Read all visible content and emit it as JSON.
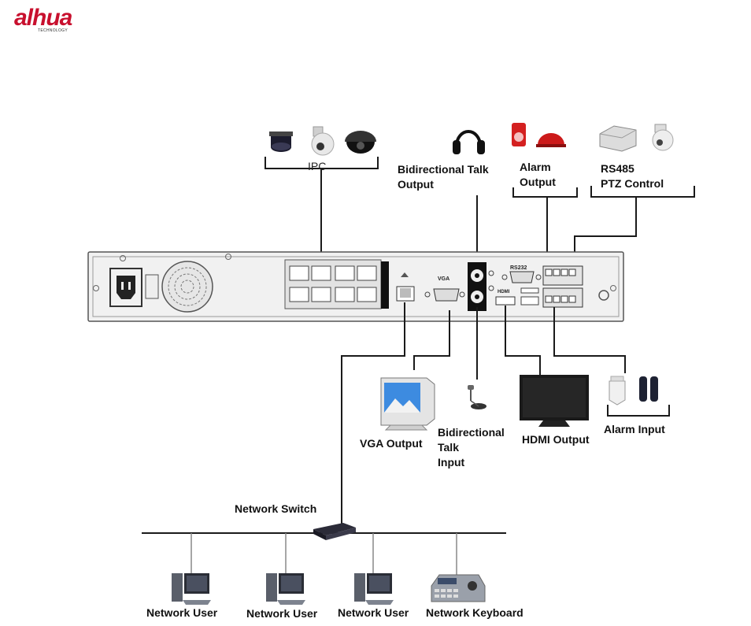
{
  "logo": {
    "brand": "alhua",
    "tagline": "TECHNOLOGY"
  },
  "labels": {
    "ipc": "IPC",
    "bidirectional_talk_output": [
      "Bidirectional Talk",
      "Output"
    ],
    "alarm_output": [
      "Alarm",
      "Output"
    ],
    "rs485_ptz_control": [
      "RS485",
      "PTZ Control"
    ],
    "vga_output": "VGA Output",
    "bidirectional_talk_input": [
      "Bidirectional",
      "Talk",
      "Input"
    ],
    "hdmi_output": "HDMI Output",
    "alarm_input": "Alarm Input",
    "network_switch": "Network Switch",
    "network_users": [
      "Network User",
      "Network User",
      "Network User"
    ],
    "network_keyboard": "Network Keyboard"
  },
  "panel_ports": {
    "vga": "VGA",
    "rs232": "RS232",
    "hdmi": "HDMI"
  },
  "icons": [
    "logo-icon",
    "speed-dome-camera-icon",
    "ptz-dome-camera-icon",
    "dome-camera-icon",
    "headphones-icon",
    "alarm-strobe-icon",
    "alarm-siren-icon",
    "decoder-box-icon",
    "ptz-camera-icon",
    "nvr-rear-panel",
    "power-socket-icon",
    "fan-icon",
    "poe-port-icon",
    "lan-port-icon",
    "vga-port-icon",
    "audio-port-icon",
    "hdmi-port-icon",
    "usb-port-icon",
    "terminal-block-icon",
    "crt-monitor-icon",
    "microphone-icon",
    "flat-tv-icon",
    "pir-detector-icon",
    "beam-sensor-icon",
    "network-switch-icon",
    "desktop-pc-icon",
    "ptz-keyboard-icon"
  ],
  "colors": {
    "brand": "#c8102e",
    "line": "#1a1a1a",
    "panel_fill": "#f1f1f1"
  }
}
